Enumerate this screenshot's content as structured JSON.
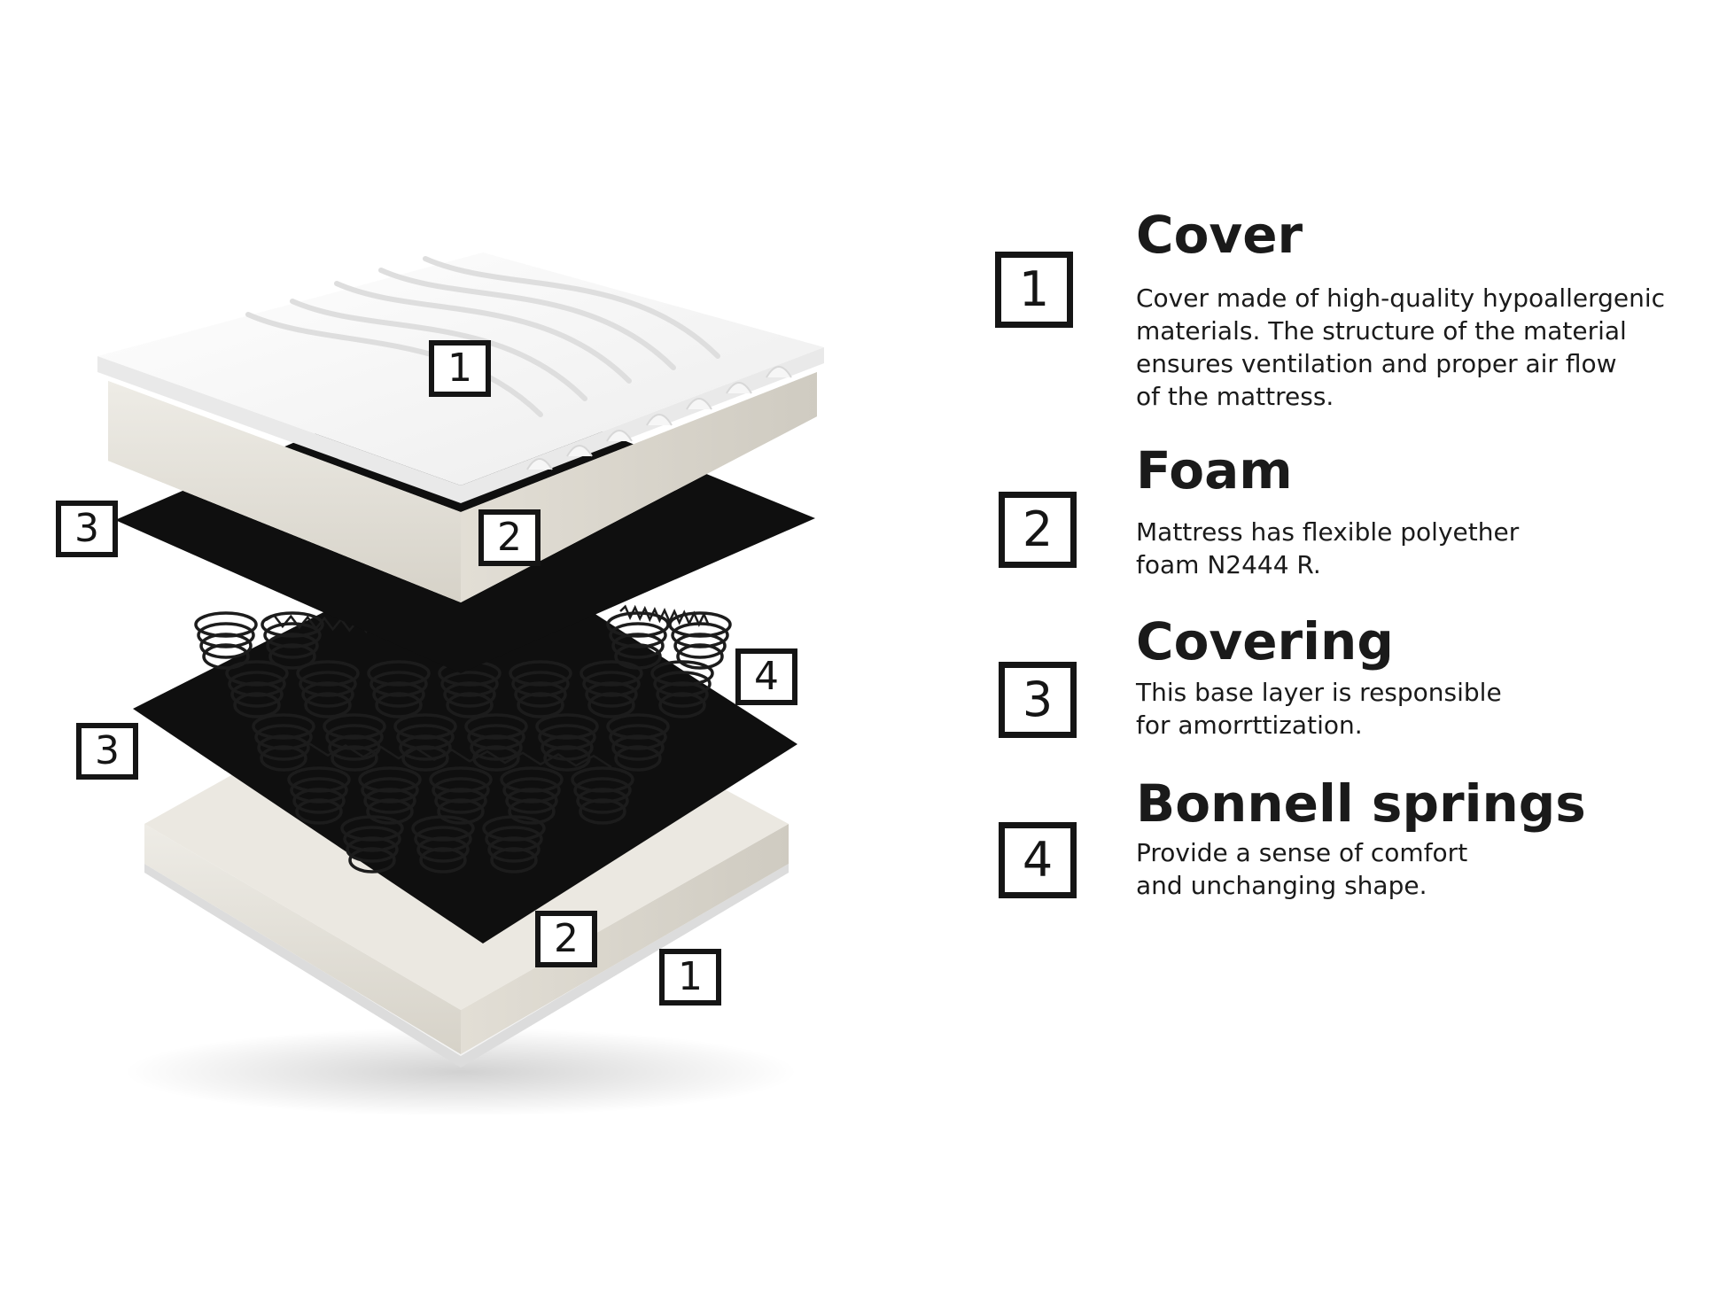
{
  "callouts": {
    "top_cover": "1",
    "top_foam": "2",
    "upper_covering": "3",
    "springs": "4",
    "lower_covering": "3",
    "bottom_foam": "2",
    "bottom_cover": "1"
  },
  "legend": [
    {
      "number": "1",
      "title": "Cover",
      "description": "Cover made of high-quality hypoallergenic\nmaterials. The structure of the material\nensures ventilation and proper air flow\nof the mattress."
    },
    {
      "number": "2",
      "title": "Foam",
      "description": "Mattress has flexible polyether\nfoam N2444 R."
    },
    {
      "number": "3",
      "title": "Covering",
      "description": "This base layer is responsible\nfor amorrttization."
    },
    {
      "number": "4",
      "title": "Bonnell springs",
      "description": "Provide a sense of comfort\nand unchanging shape."
    }
  ],
  "colors": {
    "cover_white": "#f7f7f7",
    "foam_beige": "#e4e1d9",
    "covering_black": "#0f0f0f",
    "spring_dark": "#1c1c1c",
    "box_border": "#151515"
  }
}
